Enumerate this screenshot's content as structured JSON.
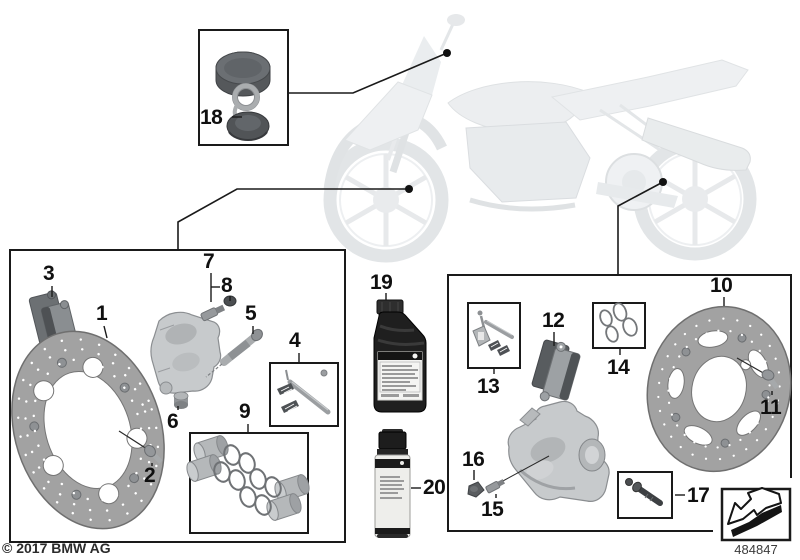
{
  "diagram": {
    "copyright": "© 2017 BMW AG",
    "number": "484847"
  },
  "callouts": [
    {
      "label": "1",
      "part": "front-brake-disc"
    },
    {
      "label": "2",
      "part": "front-disc-bolt"
    },
    {
      "label": "3",
      "part": "front-brake-pads"
    },
    {
      "label": "4",
      "part": "front-pad-retainer-kit"
    },
    {
      "label": "5",
      "part": "front-pad-pin"
    },
    {
      "label": "6",
      "part": "guide-bushing"
    },
    {
      "label": "7",
      "part": "front-bleed-screw"
    },
    {
      "label": "8",
      "part": "front-bleed-dust-cap"
    },
    {
      "label": "9",
      "part": "front-piston-repair-kit"
    },
    {
      "label": "10",
      "part": "rear-brake-disc"
    },
    {
      "label": "11",
      "part": "rear-disc-bolt"
    },
    {
      "label": "12",
      "part": "rear-brake-pads"
    },
    {
      "label": "13",
      "part": "rear-pad-retainer-kit"
    },
    {
      "label": "14",
      "part": "rear-seal-kit"
    },
    {
      "label": "15",
      "part": "rear-bleed-screw"
    },
    {
      "label": "16",
      "part": "rear-bleed-dust-cap"
    },
    {
      "label": "17",
      "part": "rear-pin-kit"
    },
    {
      "label": "18",
      "part": "reservoir-cap-kit"
    },
    {
      "label": "19",
      "part": "brake-fluid-bottle"
    },
    {
      "label": "20",
      "part": "brake-cleaner-spray"
    }
  ],
  "icons": {
    "direction-arrow": "bent-arrow-pointing-lower-left"
  },
  "colors": {
    "outline": "#1a1a1a",
    "label": "#101010",
    "disc-gray": "#a2a2a2",
    "pad-dark": "#515457",
    "caliper-gray": "#c7cacc",
    "ghost-gray": "#e8ebed",
    "bottle-black": "#1f1f1f"
  }
}
